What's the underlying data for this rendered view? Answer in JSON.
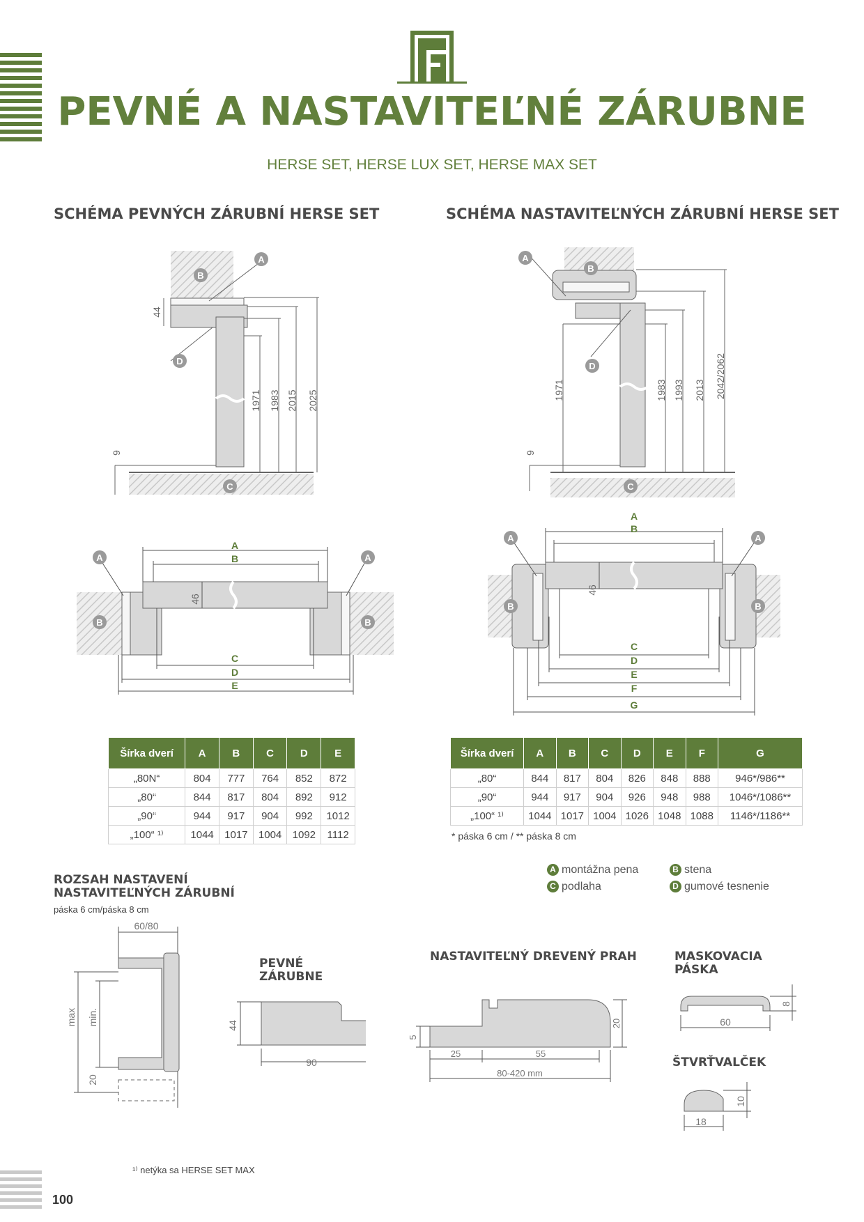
{
  "header": {
    "title": "PEVNÉ A NASTAVITEĽNÉ ZÁRUBNE",
    "subtitle": "HERSE SET, HERSE LUX SET, HERSE MAX SET"
  },
  "colors": {
    "accent": "#5e7d3a",
    "gray": "#c9c9c9"
  },
  "sections": {
    "fixed_title": "SCHÉMA PEVNÝCH ZÁRUBNÍ HERSE SET",
    "adjustable_title": "SCHÉMA NASTAVITEĽNÝCH ZÁRUBNÍ HERSE SET"
  },
  "fixed_elevation": {
    "dims": [
      "44",
      "1971",
      "1983",
      "2015",
      "2025",
      "9"
    ],
    "labels": [
      "A",
      "B",
      "C",
      "D"
    ]
  },
  "adjustable_elevation": {
    "dims": [
      "1971",
      "1983",
      "1993",
      "2013",
      "2042/2062",
      "9"
    ],
    "labels": [
      "A",
      "B",
      "C",
      "D"
    ]
  },
  "fixed_plan": {
    "labels": [
      "A",
      "B",
      "C",
      "D",
      "E"
    ],
    "dim_46": "46"
  },
  "adjustable_plan": {
    "labels": [
      "A",
      "B",
      "C",
      "D",
      "E",
      "F",
      "G"
    ],
    "dim_46": "46"
  },
  "table_fixed": {
    "headers": [
      "Šírka dverí",
      "A",
      "B",
      "C",
      "D",
      "E"
    ],
    "rows": [
      [
        "„80N“",
        "804",
        "777",
        "764",
        "852",
        "872"
      ],
      [
        "„80“",
        "844",
        "817",
        "804",
        "892",
        "912"
      ],
      [
        "„90“",
        "944",
        "917",
        "904",
        "992",
        "1012"
      ],
      [
        "„100“ ¹⁾",
        "1044",
        "1017",
        "1004",
        "1092",
        "1112"
      ]
    ]
  },
  "table_adjustable": {
    "headers": [
      "Šírka dverí",
      "A",
      "B",
      "C",
      "D",
      "E",
      "F",
      "G"
    ],
    "rows": [
      [
        "„80“",
        "844",
        "817",
        "804",
        "826",
        "848",
        "888",
        "946*/986**"
      ],
      [
        "„90“",
        "944",
        "917",
        "904",
        "926",
        "948",
        "988",
        "1046*/1086**"
      ],
      [
        "„100“ ¹⁾",
        "1044",
        "1017",
        "1004",
        "1026",
        "1048",
        "1088",
        "1146*/1186**"
      ]
    ],
    "note": "* páska 6 cm / ** páska 8 cm"
  },
  "legend": [
    {
      "key": "A",
      "text": "montážna pena"
    },
    {
      "key": "B",
      "text": "stena"
    },
    {
      "key": "C",
      "text": "podlaha"
    },
    {
      "key": "D",
      "text": "gumové tesnenie"
    }
  ],
  "range": {
    "title_line1": "ROZSAH NASTAVENÍ",
    "title_line2": "NASTAVITEĽNÝCH ZÁRUBNÍ",
    "note": "páska 6 cm/páska 8 cm",
    "dim_top": "60/80",
    "dim_max": "max",
    "dim_min": "min.",
    "dim_20": "20"
  },
  "fixed_frames": {
    "title_line1": "PEVNÉ",
    "title_line2": "ZÁRUBNE",
    "dim_44": "44",
    "dim_90": "90"
  },
  "threshold": {
    "title": "NASTAVITEĽNÝ DREVENÝ PRAH",
    "dim_5": "5",
    "dim_20": "20",
    "dim_25": "25",
    "dim_55": "55",
    "dim_range": "80-420 mm"
  },
  "masking": {
    "title_line1": "MASKOVACIA",
    "title_line2": "PÁSKA",
    "dim_8": "8",
    "dim_60": "60"
  },
  "quarter": {
    "title": "ŠTVRŤVALČEK",
    "dim_10": "10",
    "dim_18": "18"
  },
  "footnote": "¹⁾ netýka sa HERSE SET MAX",
  "page_number": "100"
}
